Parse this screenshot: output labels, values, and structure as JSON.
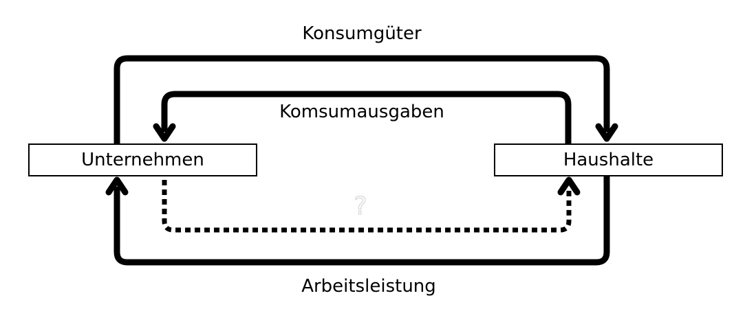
{
  "sectors": {
    "firms": "Unternehmen",
    "households": "Haushalte"
  },
  "flows": {
    "goods": "Konsumgüter",
    "spending": "Komsumausgaben",
    "labor": "Arbeitsleistung",
    "unknown": "?"
  },
  "colors": {
    "stroke": "#000000",
    "background": "#ffffff",
    "unknown_mark_outline": "#cfcfcf"
  }
}
